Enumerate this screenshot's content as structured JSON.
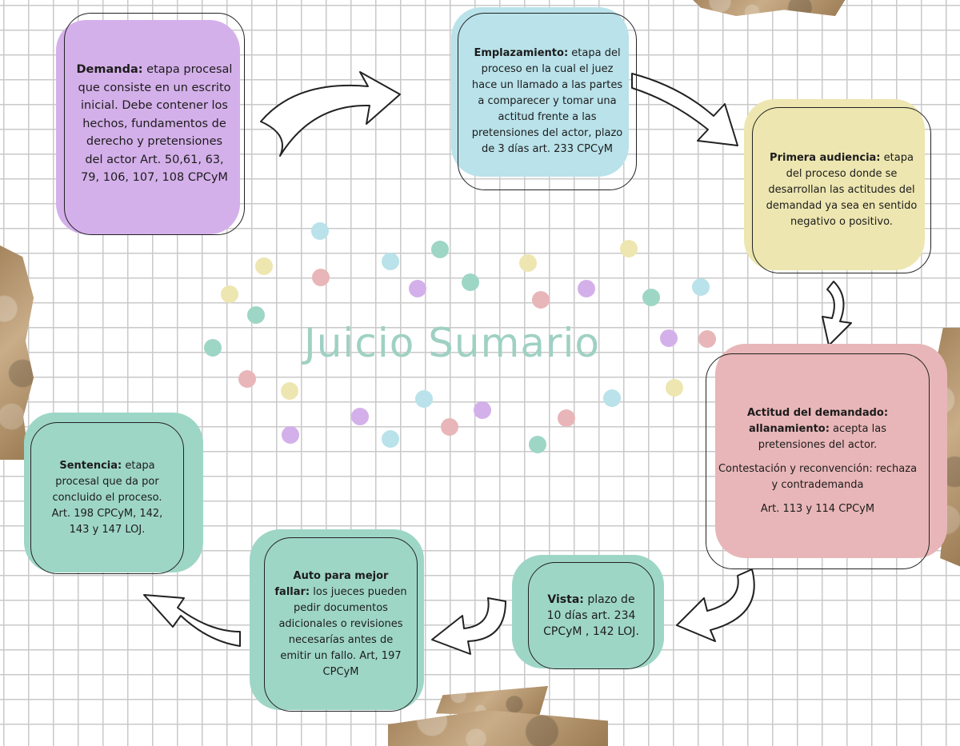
{
  "title": "Juicio Sumario",
  "colors": {
    "purple": "#d4b0ea",
    "blue": "#b9e2ea",
    "yellow": "#ede6b0",
    "pink": "#e8b6b8",
    "green": "#9ed6c6"
  },
  "nodes": {
    "demanda": {
      "label": "Demanda:",
      "text": " etapa procesal que consiste en un escrito inicial. Debe contener los hechos, fundamentos de derecho y pretensiones del actor Art. 50,61, 63, 79, 106, 107, 108 CPCyM"
    },
    "emplazamiento": {
      "label": "Emplazamiento:",
      "text": " etapa del proceso en la cual el juez hace un llamado a las partes a comparecer y tomar una actitud frente a las pretensiones del actor, plazo de 3 días art. 233 CPCyM"
    },
    "primera_audiencia": {
      "label": "Primera audiencia:",
      "text": " etapa del proceso donde se desarrollan las actitudes del demandad ya sea en sentido negativo o positivo."
    },
    "actitud": {
      "label": "Actitud del demandado: allanamiento:",
      "text": " acepta las pretensiones del actor.",
      "line2": "Contestación y reconvención: rechaza y contrademanda",
      "line3": "Art. 113 y 114 CPCyM"
    },
    "vista": {
      "label": "Vista:",
      "text": " plazo de 10 días art. 234 CPCyM , 142 LOJ."
    },
    "auto": {
      "label": "Auto para mejor fallar:",
      "text": " los jueces pueden pedir documentos adicionales o revisiones necesarías antes de emitir un fallo. Art, 197 CPCyM"
    },
    "sentencia": {
      "label": "Sentencia:",
      "text": " etapa procesal que da por concluido el proceso. Art. 198 CPCyM, 142, 143 y 147 LOJ."
    }
  }
}
